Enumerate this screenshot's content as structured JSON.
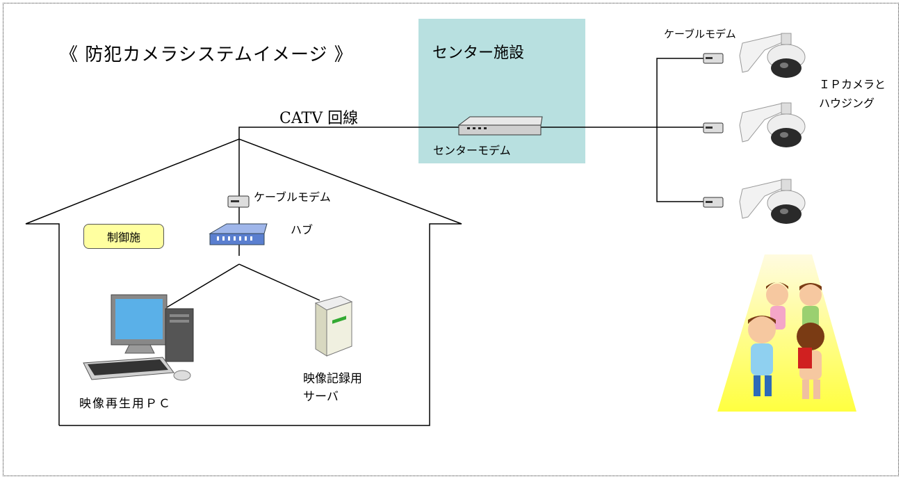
{
  "title": "《 防犯カメラシステムイメージ 》",
  "center": {
    "title": "センター施設",
    "modem_label": "センターモデム"
  },
  "line_label": "CATV 回線",
  "cameras": {
    "cable_modem_label": "ケーブルモデム",
    "camera_label_line1": "ＩＰカメラと",
    "camera_label_line2": "ハウジング",
    "count": 3
  },
  "house": {
    "badge": "制御施",
    "cable_modem_label": "ケーブルモデム",
    "hub_label": "ハブ",
    "pc_label": "映像再生用ＰＣ",
    "server_label_line1": "映像記録用",
    "server_label_line2": "サーバ"
  },
  "colors": {
    "center_box": "#b8e0e0",
    "badge": "#ffffa0",
    "hub": "#5a7fd0",
    "spotlight": "#ffff40"
  }
}
